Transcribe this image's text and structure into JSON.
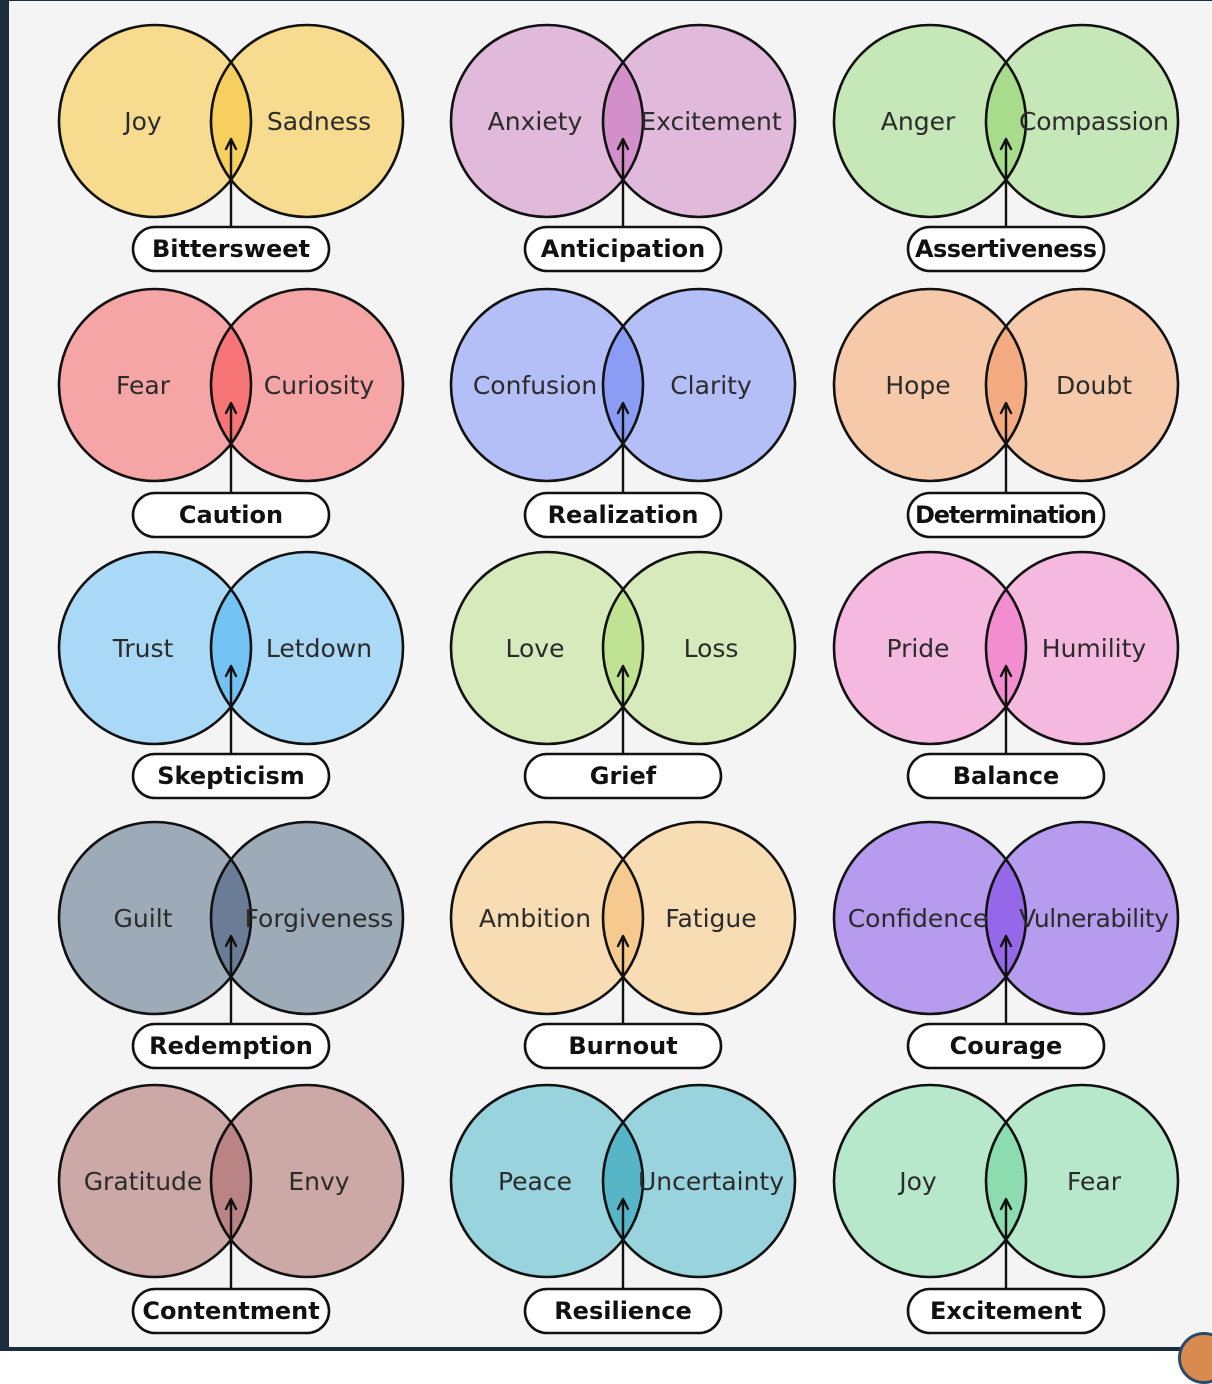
{
  "diagrams": [
    {
      "left": "Joy",
      "right": "Sadness",
      "result": "Bittersweet",
      "fill": "#f7dc8f",
      "overlap": "#f7cf5e"
    },
    {
      "left": "Anxiety",
      "right": "Excitement",
      "result": "Anticipation",
      "fill": "#e0b9db",
      "overlap": "#d28fc9"
    },
    {
      "left": "Anger",
      "right": "Compassion",
      "result": "Assertiveness",
      "fill": "#c6e8b8",
      "overlap": "#a6dc8c"
    },
    {
      "left": "Fear",
      "right": "Curiosity",
      "result": "Caution",
      "fill": "#f5a5a5",
      "overlap": "#f77576"
    },
    {
      "left": "Confusion",
      "right": "Clarity",
      "result": "Realization",
      "fill": "#b5bff7",
      "overlap": "#8b9cf5"
    },
    {
      "left": "Hope",
      "right": "Doubt",
      "result": "Determination",
      "fill": "#f6c9ab",
      "overlap": "#f5ab82"
    },
    {
      "left": "Trust",
      "right": "Letdown",
      "result": "Skepticism",
      "fill": "#a9d9f6",
      "overlap": "#72c3f4"
    },
    {
      "left": "Love",
      "right": "Loss",
      "result": "Grief",
      "fill": "#d6eabb",
      "overlap": "#bfe293"
    },
    {
      "left": "Pride",
      "right": "Humility",
      "result": "Balance",
      "fill": "#f5b9e0",
      "overlap": "#f28ed0"
    },
    {
      "left": "Guilt",
      "right": "Forgiveness",
      "result": "Redemption",
      "fill": "#9daab8",
      "overlap": "#6b7d96"
    },
    {
      "left": "Ambition",
      "right": "Fatigue",
      "result": "Burnout",
      "fill": "#f7dcb4",
      "overlap": "#f6ca8e"
    },
    {
      "left": "Confidence",
      "right": "Vulnerability",
      "result": "Courage",
      "fill": "#b69bee",
      "overlap": "#9568ea"
    },
    {
      "left": "Gratitude",
      "right": "Envy",
      "result": "Contentment",
      "fill": "#cca9a7",
      "overlap": "#b98483"
    },
    {
      "left": "Peace",
      "right": "Uncertainty",
      "result": "Resilience",
      "fill": "#99d3dd",
      "overlap": "#56b6c8"
    },
    {
      "left": "Joy",
      "right": "Fear",
      "result": "Excitement",
      "fill": "#b8e8cb",
      "overlap": "#8ddcaf"
    }
  ]
}
